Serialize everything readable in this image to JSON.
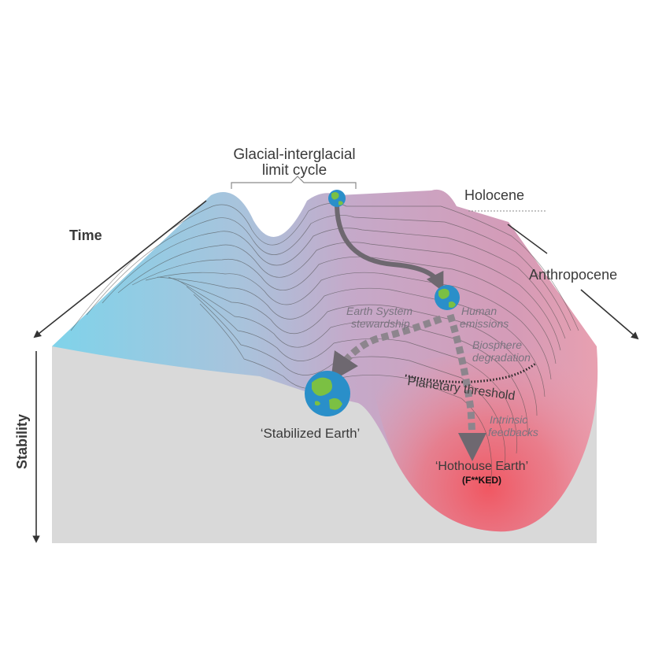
{
  "title_line1": "Glacial-interglacial",
  "title_line2": "limit cycle",
  "axes": {
    "time": "Time",
    "stability": "Stability",
    "holocene": "Holocene",
    "anthropocene": "Anthropocene"
  },
  "pathways": {
    "stewardship_line1": "Earth System",
    "stewardship_line2": "stewardship",
    "human_line1": "Human",
    "human_line2": "emissions",
    "biosphere_line1": "Biosphere",
    "biosphere_line2": "degradation",
    "threshold": "Planetary threshold",
    "feedbacks_line1": "Intrinsic",
    "feedbacks_line2": "feedbacks"
  },
  "states": {
    "stabilized": "‘Stabilized Earth’",
    "hothouse": "‘Hothouse Earth’",
    "hothouse_note": "(F**KED)"
  },
  "colors": {
    "cool": "#7fd3ea",
    "mid": "#c5a9c9",
    "hot": "#f2535d",
    "arrow_dark": "#6e6870",
    "arrow_dashed": "#8d858d",
    "base": "#d9d9d9",
    "earth_ocean": "#2a8fc9",
    "earth_land": "#7bc043"
  }
}
